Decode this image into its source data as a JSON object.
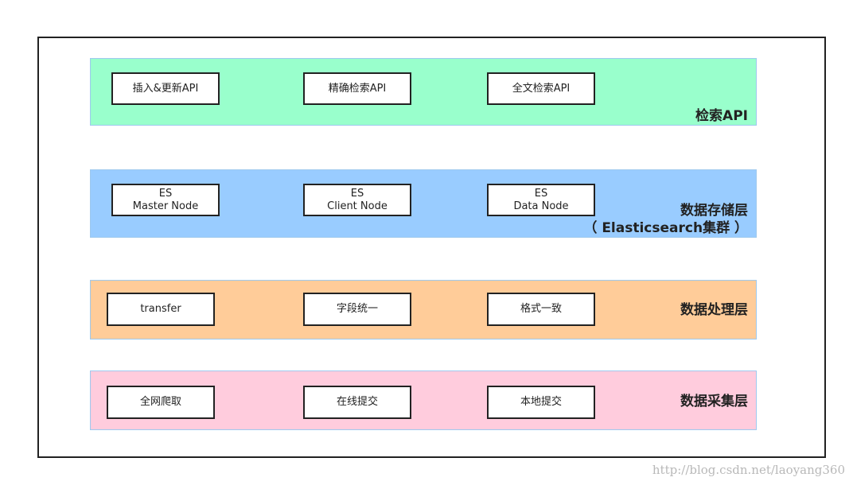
{
  "colors": {
    "api": "#99ffcc",
    "storage": "#99ccff",
    "processing": "#ffcc99",
    "collection": "#ffccdd",
    "border": "#9ec9ee"
  },
  "layers": {
    "api": {
      "title": "检索API",
      "nodes": [
        "插入&更新API",
        "精确检索API",
        "全文检索API"
      ]
    },
    "storage": {
      "title_line1": "数据存储层",
      "title_line2": "（ Elasticsearch集群 ）",
      "nodes": [
        {
          "line1": "ES",
          "line2": "Master Node"
        },
        {
          "line1": "ES",
          "line2": "Client Node"
        },
        {
          "line1": "ES",
          "line2": "Data Node"
        }
      ]
    },
    "processing": {
      "title": "数据处理层",
      "nodes": [
        "transfer",
        "字段统一",
        "格式一致"
      ]
    },
    "collection": {
      "title": "数据采集层",
      "nodes": [
        "全网爬取",
        "在线提交",
        "本地提交"
      ]
    }
  },
  "watermark": "http://blog.csdn.net/laoyang360"
}
